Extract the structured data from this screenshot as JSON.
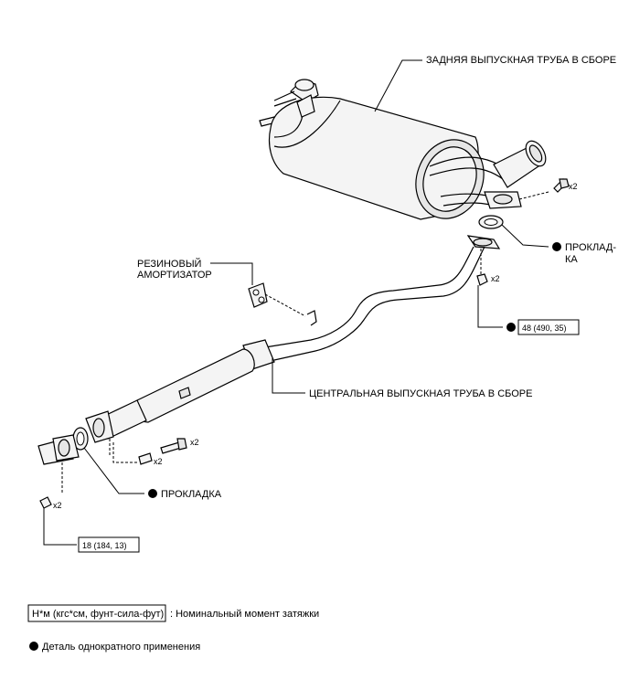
{
  "labels": {
    "rear_pipe": "ЗАДНЯЯ ВЫПУСКНАЯ ТРУБА В СБОРЕ",
    "center_pipe": "ЦЕНТРАЛЬНАЯ ВЫПУСКНАЯ ТРУБА В СБОРЕ",
    "rubber_line1": "РЕЗИНОВЫЙ",
    "rubber_line2": "АМОРТИЗАТОР",
    "gasket_top_line1": "ПРОКЛАД-",
    "gasket_top_line2": "КА",
    "gasket_bottom": "ПРОКЛАДКА"
  },
  "quantities": {
    "rear_bolts": "x2",
    "rear_nuts": "x2",
    "front_bolts": "x2",
    "front_studs": "x2",
    "front_nuts": "x2"
  },
  "torques": {
    "rear": "48 (490, 35)",
    "front": "18 (184, 13)"
  },
  "legend": {
    "torque_unit": "Н*м (кгс*см, фунт-сила-фут)",
    "torque_desc": ": Номинальный момент затяжки",
    "non_reusable": "Деталь однократного применения"
  },
  "icons": [
    "muffler-icon",
    "pipe-icon",
    "gasket-icon",
    "bolt-icon",
    "nut-icon",
    "stud-icon",
    "rubber-mount-icon",
    "non-reusable-dot-icon"
  ]
}
